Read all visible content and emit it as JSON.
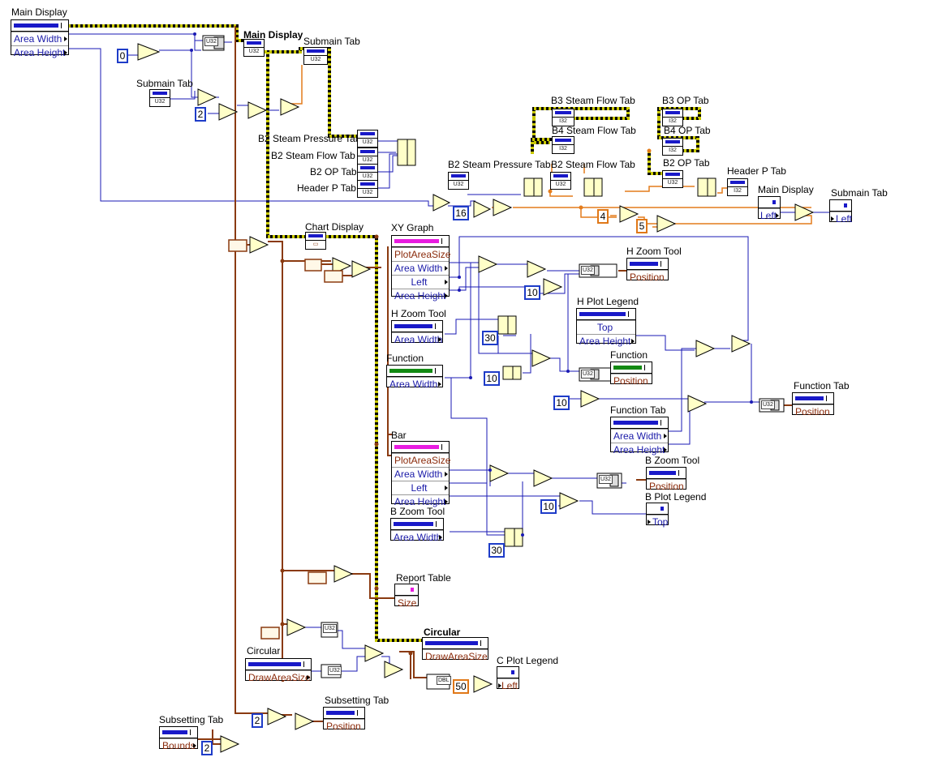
{
  "labels": {
    "main_display_top": "Main Display",
    "main_display_mid": "Main Display",
    "submain_tab_1": "Submain Tab",
    "submain_tab_2": "Submain Tab",
    "b2_steam_pressure_1": "B2 Steam Pressure Tab",
    "b2_steam_flow_1": "B2 Steam Flow  Tab",
    "b2_op_1": "B2 OP Tab",
    "header_p_1": "Header P Tab",
    "b3_steam_flow": "B3 Steam Flow Tab",
    "b4_steam_flow": "B4 Steam Flow Tab",
    "b2_steam_pressure_2": "B2 Steam Pressure Tab",
    "b2_steam_flow_2": "B2 Steam Flow  Tab",
    "b3_op": "B3 OP Tab",
    "b4_op": "B4 OP Tab",
    "b2_op_2": "B2 OP Tab",
    "header_p_2": "Header P Tab",
    "main_display_right": "Main Display",
    "submain_tab_right": "Submain Tab",
    "chart_display": "Chart Display",
    "xy_graph": "XY Graph",
    "h_zoom_tool_1": "H Zoom Tool",
    "h_zoom_tool_2": "H Zoom Tool",
    "h_plot_legend": "H Plot Legend",
    "function_1": "Function",
    "function_2": "Function",
    "function_tab_1": "Function Tab",
    "function_tab_2": "Function Tab",
    "bar": "Bar",
    "b_zoom_tool_1": "B Zoom Tool",
    "b_zoom_tool_2": "B Zoom Tool",
    "b_plot_legend": "B Plot Legend",
    "report_table": "Report Table",
    "circular_1": "Circular",
    "circular_2": "Circular",
    "c_plot_legend": "C Plot Legend",
    "subsetting_tab_1": "Subsetting Tab",
    "subsetting_tab_2": "Subsetting Tab"
  },
  "fields": {
    "area_width": "Area Width",
    "area_height": "Area Height",
    "left": "Left",
    "top": "Top",
    "position": "Position",
    "plot_area_size": "PlotAreaSize",
    "size": "Size",
    "draw_area_size": "DrawAreaSize",
    "bounds": "Bounds"
  },
  "type_tags": {
    "u32": "U32",
    "i32": "I32",
    "dbl": "DBL"
  },
  "constants": {
    "zero": "0",
    "two": "2",
    "sixteen": "16",
    "four": "4",
    "five": "5",
    "ten": "10",
    "thirty": "30",
    "fifty": "50"
  },
  "colors": {
    "wire_blue": "#1a1ab4",
    "wire_orange": "#e47c1c",
    "wire_brown": "#7a3a10",
    "cluster_yellow": "#c8c800",
    "prim_fill": "#ffffc8",
    "bar_blue": "#1919c8",
    "bar_pink": "#e81ce0",
    "bar_green": "#138a13"
  }
}
